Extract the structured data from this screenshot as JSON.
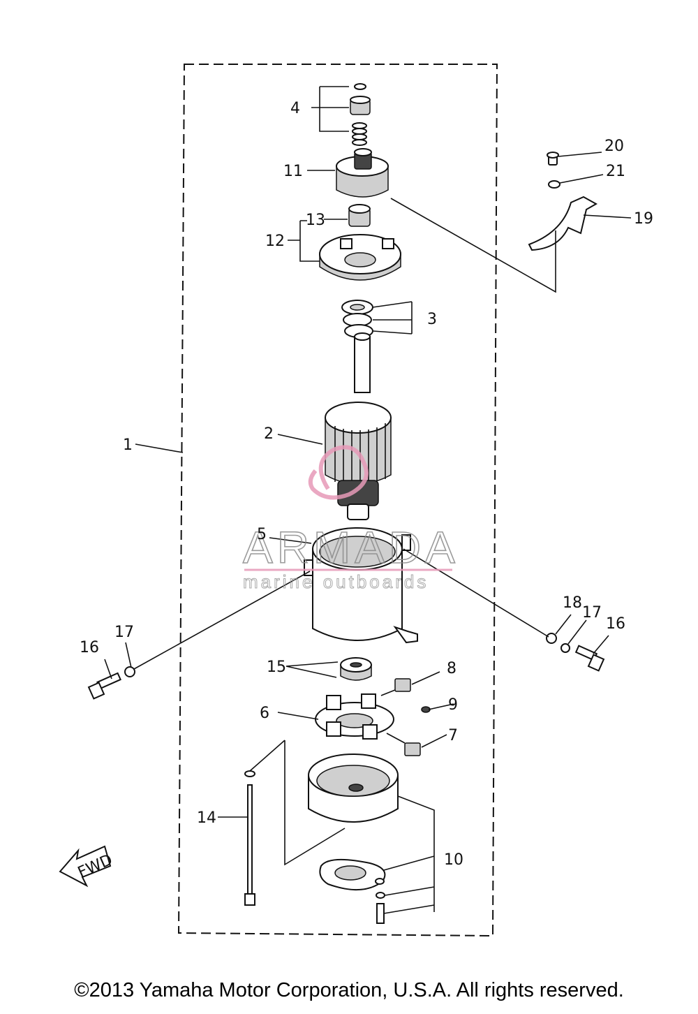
{
  "callouts": {
    "c1": "1",
    "c2": "2",
    "c3": "3",
    "c4": "4",
    "c5": "5",
    "c6": "6",
    "c7": "7",
    "c8": "8",
    "c9": "9",
    "c10": "10",
    "c11": "11",
    "c12": "12",
    "c13": "13",
    "c14": "14",
    "c15": "15",
    "c16a": "16",
    "c16b": "16",
    "c17a": "17",
    "c17b": "17",
    "c18": "18",
    "c19": "19",
    "c20": "20",
    "c21": "21"
  },
  "fwd_arrow": "FWD",
  "watermark": {
    "brand": "ARMADA",
    "tagline": "marine outboards",
    "accent": "#e79ab8"
  },
  "copyright": "©2013 Yamaha Motor Corporation, U.S.A. All rights reserved."
}
